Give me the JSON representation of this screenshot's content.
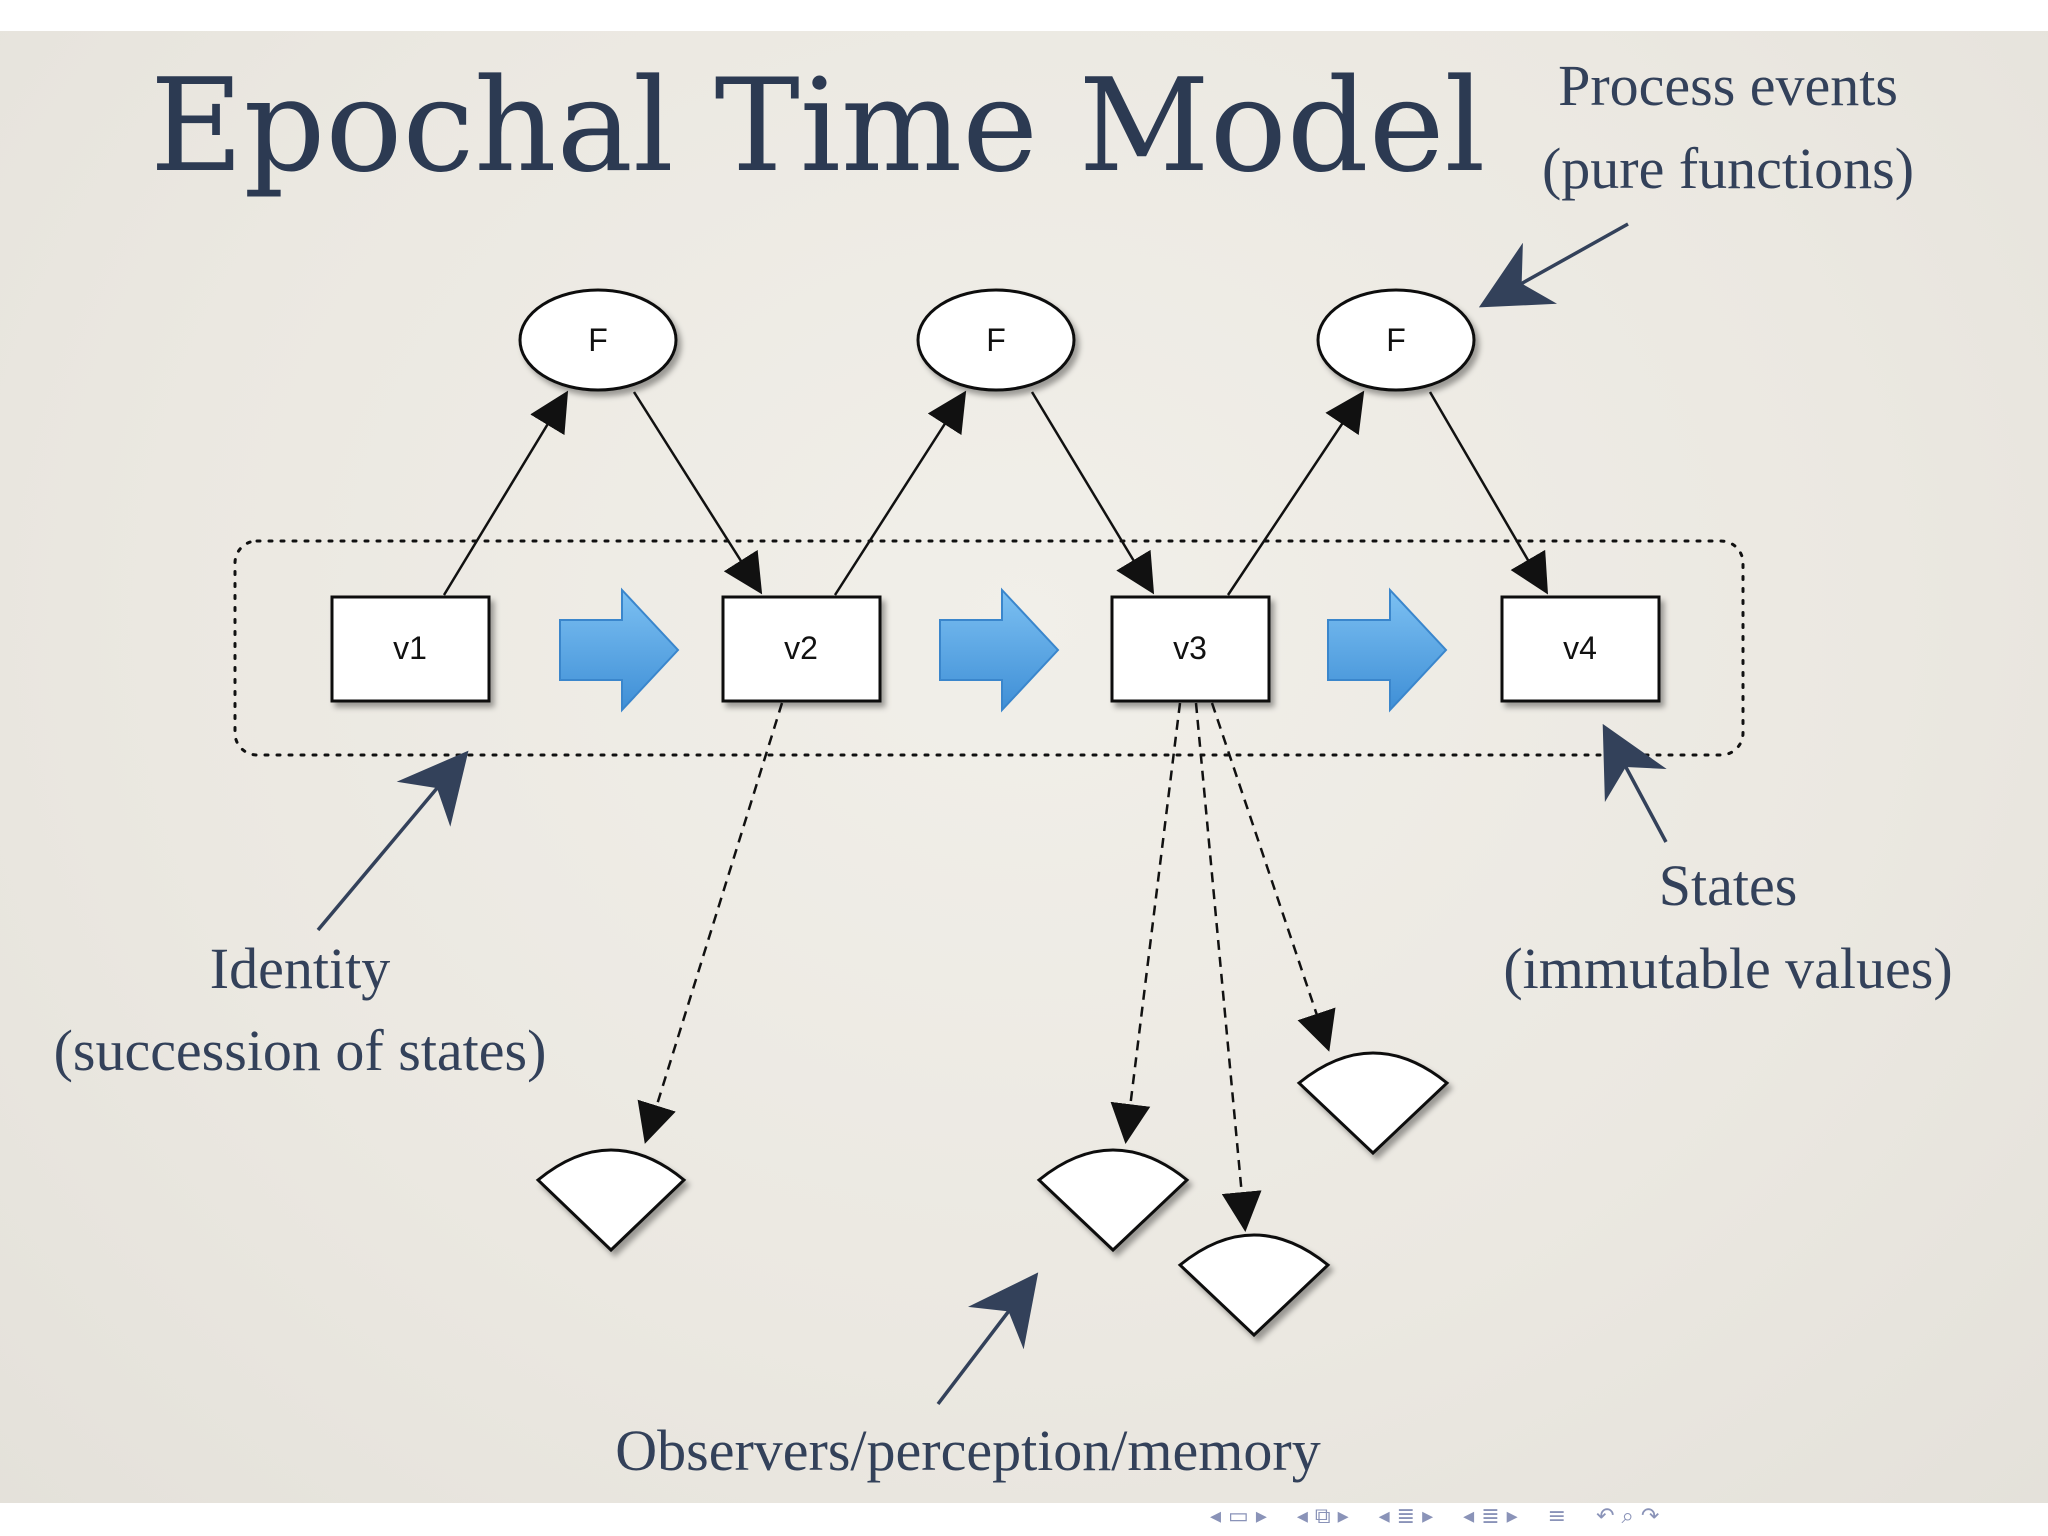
{
  "slide": {
    "title": "Epochal Time Model",
    "annotations": {
      "process_events_line1": "Process events",
      "process_events_line2": "(pure functions)",
      "states_line1": "States",
      "states_line2": "(immutable values)",
      "identity_line1": "Identity",
      "identity_line2": "(succession of states)",
      "observers": "Observers/perception/memory"
    }
  },
  "diagram": {
    "functions": [
      {
        "label": "F"
      },
      {
        "label": "F"
      },
      {
        "label": "F"
      }
    ],
    "states": [
      {
        "label": "v1"
      },
      {
        "label": "v2"
      },
      {
        "label": "v3"
      },
      {
        "label": "v4"
      }
    ],
    "colors": {
      "transition_arrow": "#4a9de0",
      "text": "#2c3a52"
    }
  },
  "navigation": {
    "icons": [
      "nav-prev-frame-icon",
      "nav-frame-icon",
      "nav-next-frame-icon",
      "nav-prev-subsection-icon",
      "nav-subsection-icon",
      "nav-next-subsection-icon",
      "nav-prev-section-icon",
      "nav-section-icon",
      "nav-next-section-icon",
      "nav-prev-icon",
      "nav-toc-icon",
      "nav-next-icon",
      "nav-align-icon",
      "nav-back-icon",
      "nav-search-icon"
    ]
  }
}
